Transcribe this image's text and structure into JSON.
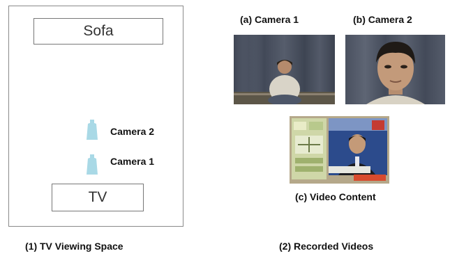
{
  "viewing_space": {
    "sofa_label": "Sofa",
    "tv_label": "TV",
    "camera2_label": "Camera 2",
    "camera1_label": "Camera 1",
    "caption": "(1)  TV Viewing Space",
    "camera_icon_color": "#a9d9e6"
  },
  "recorded_videos": {
    "camera1_title": "(a) Camera 1",
    "camera2_title": "(b) Camera 2",
    "content_title": "(c) Video Content",
    "caption": "(2)  Recorded Videos"
  }
}
